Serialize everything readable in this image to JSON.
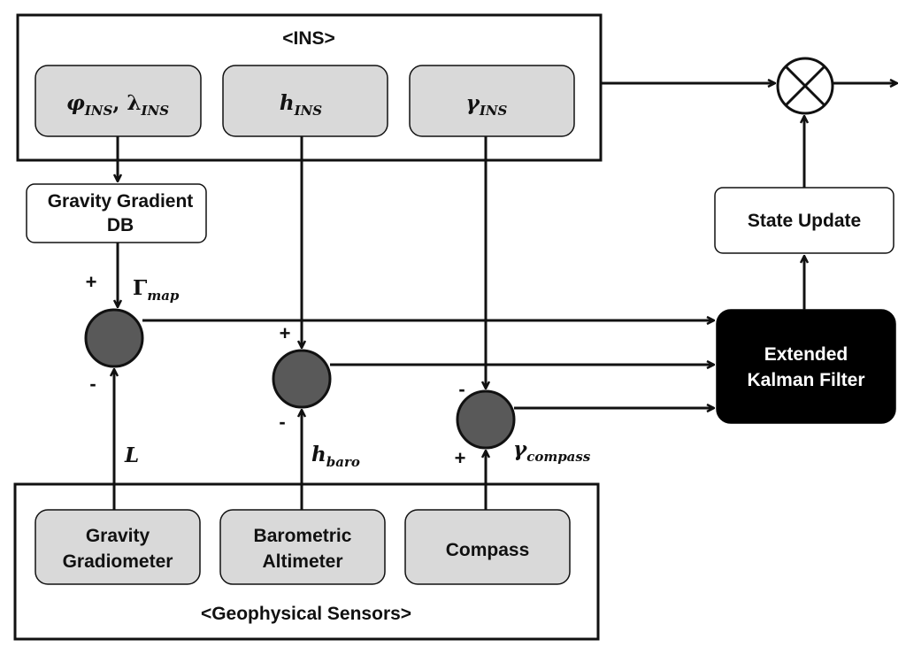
{
  "ins_group": {
    "title": "<INS>",
    "blocks": {
      "position": {
        "phi": "φ",
        "phi_sub": "INS",
        "sep": ", ",
        "lambda": "λ",
        "lambda_sub": "INS"
      },
      "height": {
        "sym": "h",
        "sub": "INS"
      },
      "gravity": {
        "sym": "γ",
        "sub": "INS"
      }
    }
  },
  "gravity_db": {
    "line1": "Gravity Gradient",
    "line2": "DB"
  },
  "map_signal": {
    "sym": "Γ",
    "sub": "map"
  },
  "state_update": {
    "label": "State Update"
  },
  "ekf": {
    "line1": "Extended",
    "line2": "Kalman Filter"
  },
  "signals": {
    "L": "L",
    "hbaro": {
      "sym": "h",
      "sub": "baro"
    },
    "gcompass": {
      "sym": "γ",
      "sub": "compass"
    }
  },
  "signs": {
    "j1_plus": "+",
    "j1_minus": "-",
    "j2_plus": "+",
    "j2_minus": "-",
    "j3_minus": "-",
    "j3_plus": "+"
  },
  "sensors_group": {
    "title": "<Geophysical Sensors>",
    "gradiometer": {
      "line1": "Gravity",
      "line2": "Gradiometer"
    },
    "altimeter": {
      "line1": "Barometric",
      "line2": "Altimeter"
    },
    "compass": {
      "label": "Compass"
    }
  },
  "colors": {
    "block_fill": "#d9d9d9",
    "junction_fill": "#595959",
    "ekf_fill": "#000000",
    "line": "#111111"
  }
}
